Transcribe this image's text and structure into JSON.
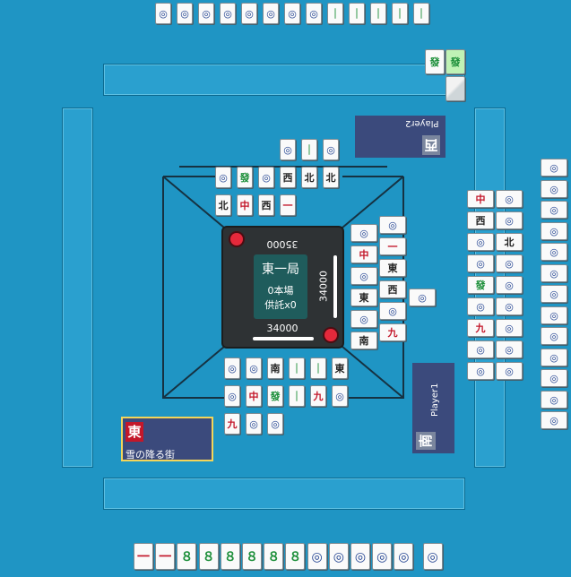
{
  "round": {
    "title": "東一局",
    "honba": "0本場",
    "kyotaku": "供託x0"
  },
  "scores": {
    "top": "35000",
    "right": "34000",
    "bottom": "34000"
  },
  "players": {
    "self": {
      "wind": "東",
      "name": "雪の降る街"
    },
    "right": {
      "wind": "南",
      "name": "Player1"
    },
    "top": {
      "wind": "西",
      "name": "Player2"
    }
  },
  "hands": {
    "bottom": [
      "一",
      "一",
      "８",
      "８",
      "８",
      "８",
      "８",
      "８",
      "◎",
      "◎",
      "◎",
      "◎",
      "◎",
      "◎"
    ],
    "top": [
      "◎",
      "◎",
      "◎",
      "◎",
      "◎",
      "◎",
      "◎",
      "◎",
      "｜",
      "｜",
      "｜",
      "｜",
      "｜"
    ],
    "right": [
      "◎",
      "◎",
      "◎",
      "◎",
      "◎",
      "◎",
      "◎",
      "◎",
      "◎",
      "◎",
      "◎",
      "◎",
      "◎"
    ]
  },
  "discards": {
    "self": [
      "◎",
      "◎",
      "南",
      "｜",
      "｜",
      "東",
      "◎",
      "中",
      "發",
      "｜",
      "九",
      "◎",
      "九",
      "◎",
      "◎"
    ],
    "top": [
      "◎",
      "｜",
      "◎",
      "◎",
      "發",
      "◎",
      "西",
      "北",
      "北",
      "北",
      "中",
      "西",
      "一"
    ],
    "right": [
      "◎",
      "中",
      "◎",
      "東",
      "◎",
      "南",
      "◎",
      "一",
      "東",
      "西",
      "◎",
      "九",
      "◎"
    ],
    "left": [
      "中",
      "西",
      "◎",
      "◎",
      "發",
      "◎",
      "九",
      "◎",
      "◎",
      "◎",
      "◎",
      "北",
      "◎",
      "◎",
      "◎",
      "◎",
      "◎",
      "◎"
    ]
  }
}
